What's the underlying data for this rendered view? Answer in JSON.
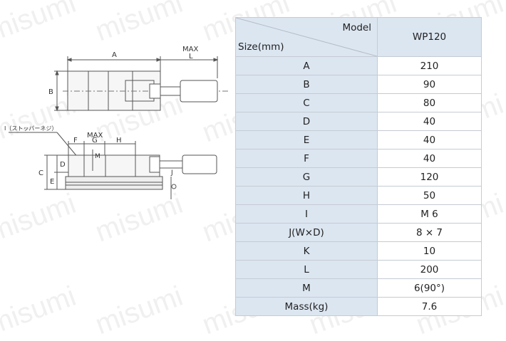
{
  "watermark": {
    "text": "misumi"
  },
  "drawing": {
    "top_view": {
      "label_a": "A",
      "label_b": "B",
      "label_l": "L",
      "label_max": "MAX"
    },
    "side_view": {
      "label_i": "I（ストッパーネジ）",
      "label_f": "F",
      "label_g": "G",
      "label_h": "H",
      "label_max": "MAX",
      "label_m": "M",
      "label_c": "C",
      "label_d": "D",
      "label_e": "E",
      "label_j": "J"
    }
  },
  "table": {
    "header_model": "Model",
    "header_size": "Size(mm)",
    "model_name": "WP120",
    "rows": [
      {
        "label": "A",
        "value": "210"
      },
      {
        "label": "B",
        "value": "90"
      },
      {
        "label": "C",
        "value": "80"
      },
      {
        "label": "D",
        "value": "40"
      },
      {
        "label": "E",
        "value": "40"
      },
      {
        "label": "F",
        "value": "40"
      },
      {
        "label": "G",
        "value": "120"
      },
      {
        "label": "H",
        "value": "50"
      },
      {
        "label": "I",
        "value": "M 6"
      },
      {
        "label": "J(W×D)",
        "value": "8 × 7"
      },
      {
        "label": "K",
        "value": "10"
      },
      {
        "label": "L",
        "value": "200"
      },
      {
        "label": "M",
        "value": "6(90°)"
      },
      {
        "label": "Mass(kg)",
        "value": "7.6"
      }
    ]
  }
}
